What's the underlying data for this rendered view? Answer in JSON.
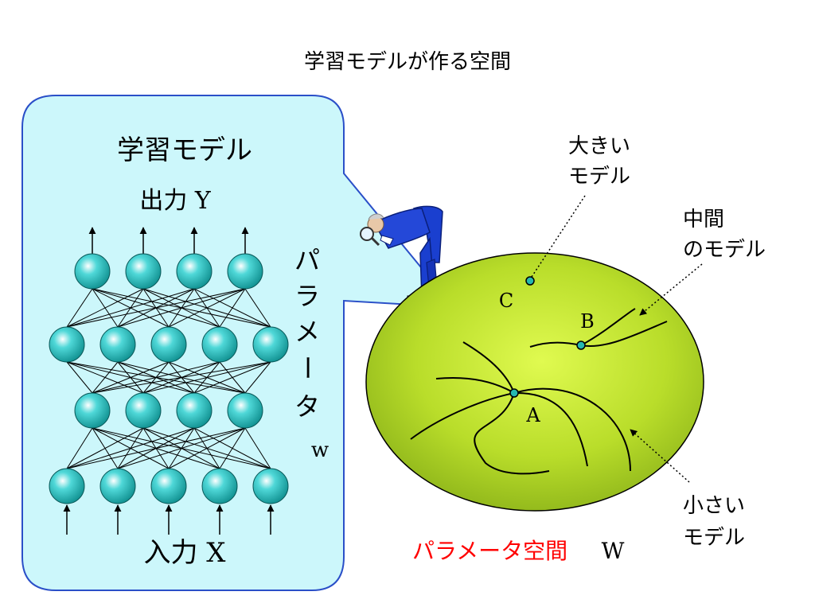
{
  "slide_title": "学習モデルが作る空間",
  "bubble": {
    "title": "学習モデル",
    "output_label": "出力 Y",
    "input_label": "入力 X",
    "param_vertical": [
      "パ",
      "ラ",
      "メ",
      "ー",
      "タ"
    ],
    "param_symbol": "w"
  },
  "network": {
    "layer_sizes": [
      5,
      4,
      5,
      4
    ]
  },
  "space": {
    "points": {
      "A": "A",
      "B": "B",
      "C": "C"
    },
    "label_large": [
      "大きい",
      "モデル"
    ],
    "label_middle": [
      "中間",
      "のモデル"
    ],
    "label_small": [
      "小さい",
      "モデル"
    ],
    "caption_red": "パラメータ空間",
    "caption_symbol": "W"
  },
  "colors": {
    "bubble_fill": "#ccf7fb",
    "bubble_stroke": "#2a4fc8",
    "node_fill": "#1fb5b5",
    "ellipse_center": "#d7f53a",
    "ellipse_edge": "#8fba1a",
    "caption_red": "#ff0000",
    "point_fill": "#26b8b0"
  }
}
